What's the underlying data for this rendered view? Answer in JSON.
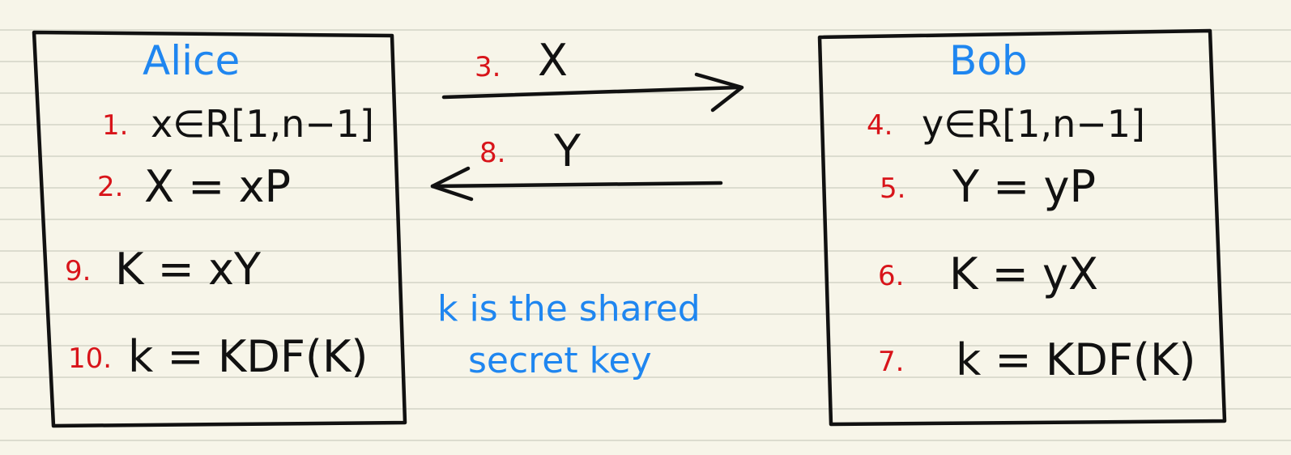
{
  "alice": {
    "title": "Alice",
    "steps": [
      {
        "num": "1.",
        "expr": "x∈R[1,n−1]"
      },
      {
        "num": "2.",
        "expr": "X = xP"
      },
      {
        "num": "9.",
        "expr": "K = xY"
      },
      {
        "num": "10.",
        "expr": "k = KDF(K)"
      }
    ]
  },
  "bob": {
    "title": "Bob",
    "steps": [
      {
        "num": "4.",
        "expr": "y∈R[1,n−1]"
      },
      {
        "num": "5.",
        "expr": "Y = yP"
      },
      {
        "num": "6.",
        "expr": "K = yX"
      },
      {
        "num": "7.",
        "expr": "k = KDF(K)"
      }
    ]
  },
  "messages": [
    {
      "num": "3.",
      "label": "X",
      "direction": "alice-to-bob"
    },
    {
      "num": "8.",
      "label": "Y",
      "direction": "bob-to-alice"
    }
  ],
  "note": {
    "line1": "k is the shared",
    "line2": "secret key"
  },
  "colors": {
    "ink": "#111111",
    "header": "#1f86f0",
    "step_number": "#d8141a",
    "note": "#1f86f0",
    "paper": "#f7f5e9",
    "rule": "#dcdccf"
  }
}
